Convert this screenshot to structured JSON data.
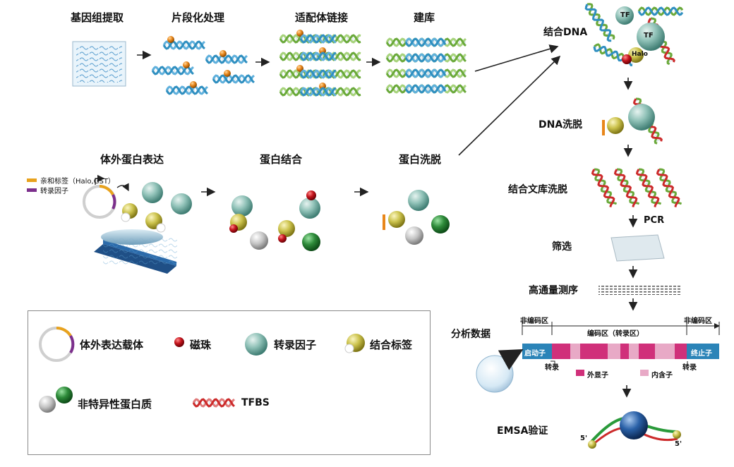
{
  "workflow": {
    "top_row": {
      "step1": "基因组提取",
      "step2": "片段化处理",
      "step3": "适配体链接",
      "step4": "建库"
    },
    "middle_row": {
      "step1": "体外蛋白表达",
      "step2": "蛋白结合",
      "step3": "蛋白洗脱",
      "tag_legend_1": "亲和标签（Halo,GST）",
      "tag_legend_2": "转录因子"
    },
    "right_column": {
      "bind_dna": "结合DNA",
      "dna_elution": "DNA洗脱",
      "library_elution": "结合文库洗脱",
      "pcr": "PCR",
      "screening": "筛选",
      "sequencing": "高通量测序",
      "analysis": "分析数据",
      "emsa": "EMSA验证"
    },
    "tf_labels": {
      "tf_small": "TF",
      "tf_big": "TF",
      "halo": "Halo"
    },
    "gene_map": {
      "noncoding_left": "非编码区",
      "noncoding_right": "非编码区",
      "coding": "编码区（转录区）",
      "promoter": "启动子",
      "terminator": "终止子",
      "transcription_left": "转录",
      "transcription_right": "转录",
      "exon": "外显子",
      "intron": "内含子"
    },
    "emsa_labels": {
      "five_prime_left": "5'",
      "five_prime_right": "5'"
    }
  },
  "legend": {
    "vector": "体外表达载体",
    "bead": "磁珠",
    "tf": "转录因子",
    "tag": "结合标签",
    "nonspecific": "非特异性蛋白质",
    "tfbs": "TFBS"
  },
  "colors": {
    "dna_blue": "#2f8fc0",
    "dna_green": "#7ab648",
    "adapter_green": "#6aa93a",
    "tf_teal": "#7fb8ae",
    "tag_olive": "#c8c24a",
    "bead_red": "#c0141c",
    "nonspecific_gray": "#bdbdbd",
    "nonspecific_green": "#2e8b3a",
    "exon_pink": "#d0307a",
    "intron_pink": "#e8a9c6",
    "promoter_blue": "#2b84b8",
    "tag_orange": "#e8a21d",
    "tf_purple": "#7c2f8c"
  }
}
